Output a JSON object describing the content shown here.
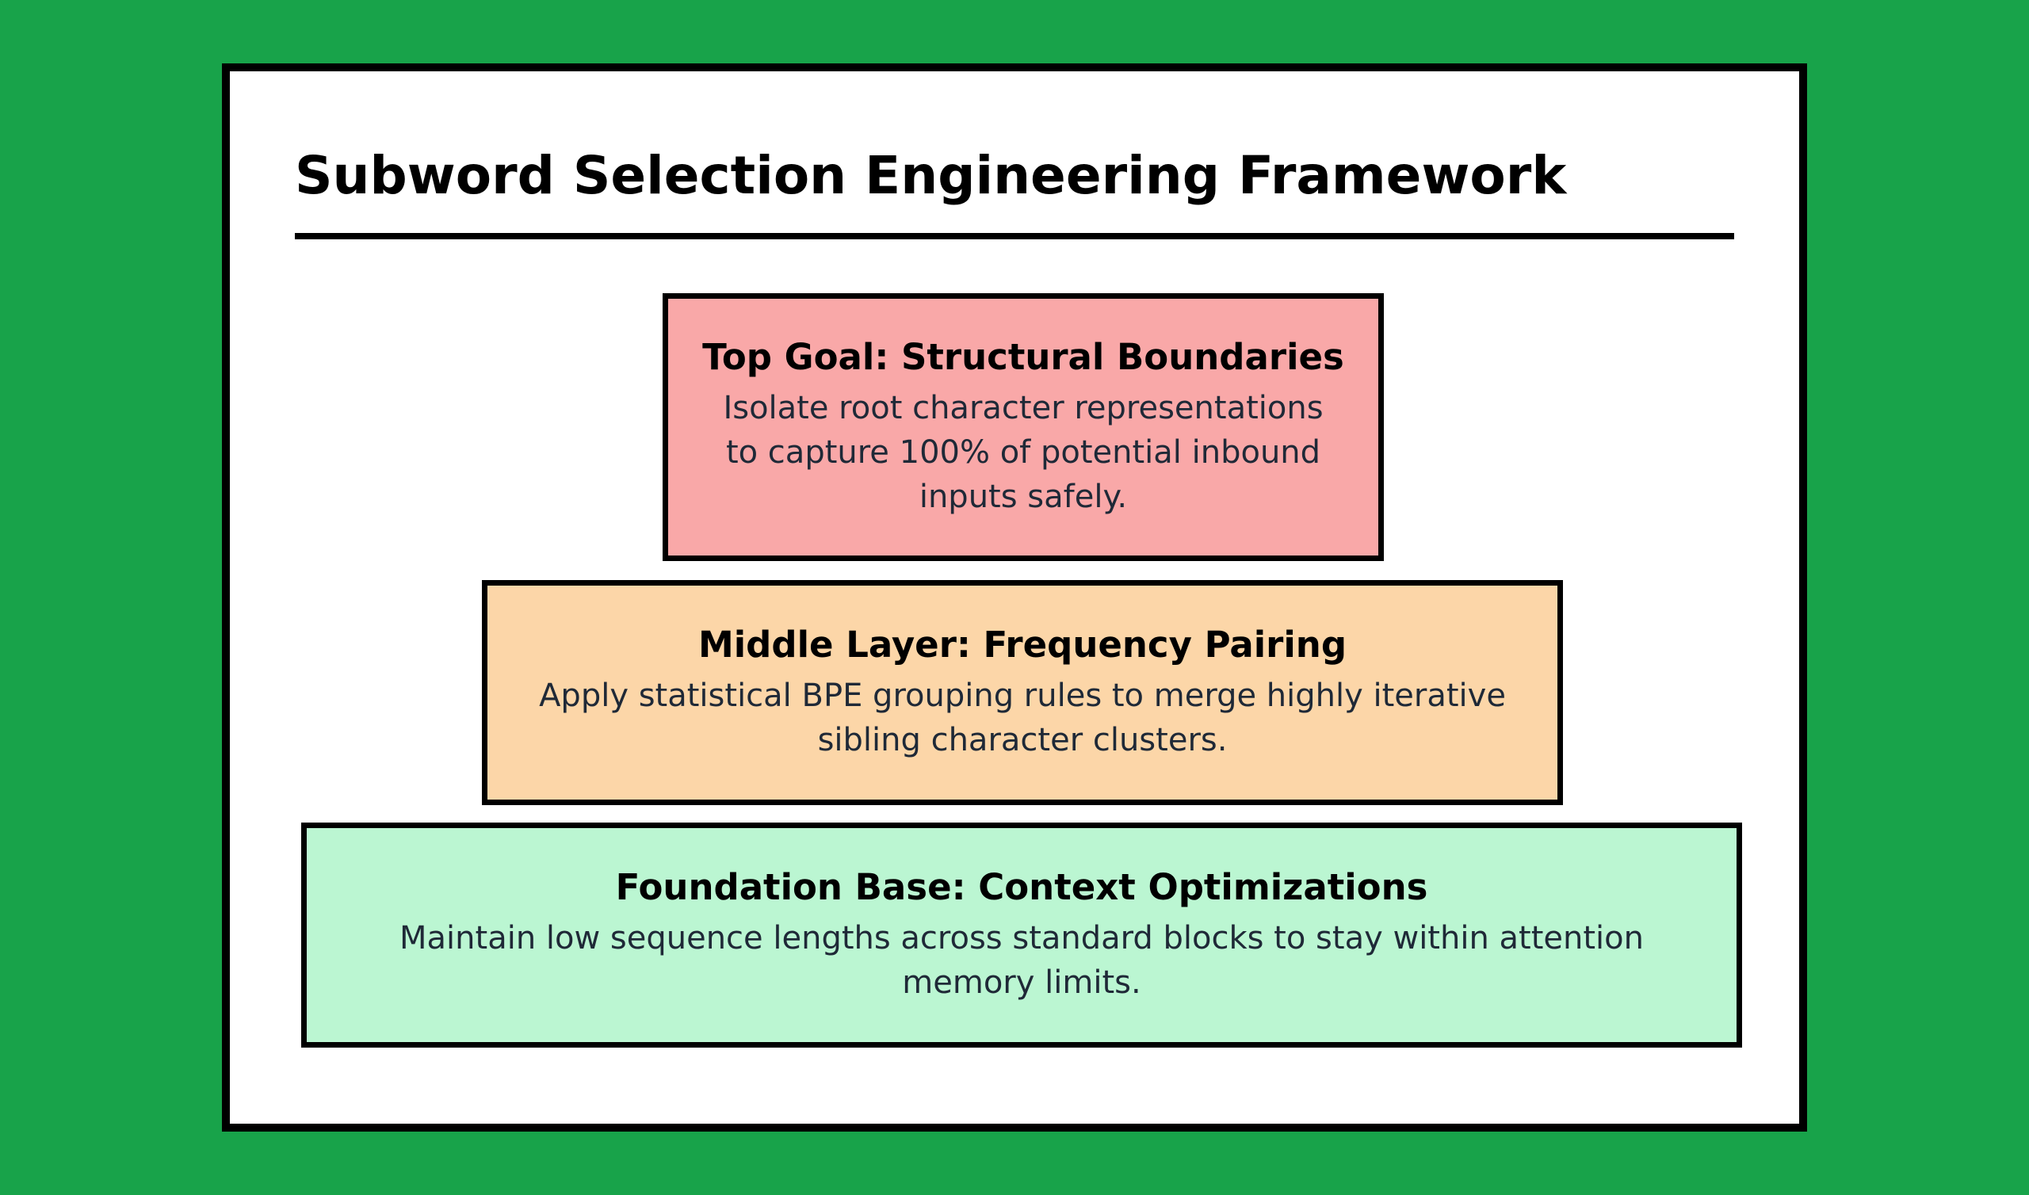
{
  "title": "Subword Selection Engineering Framework",
  "colors": {
    "background": "#18a34a",
    "card": "#ffffff",
    "top_layer": "#f9a8a8",
    "middle_layer": "#fcd6a8",
    "base_layer": "#bbf6d2"
  },
  "layers": [
    {
      "heading": "Top Goal: Structural Boundaries",
      "text": "Isolate root character representations to capture 100% of potential inbound inputs safely."
    },
    {
      "heading": "Middle Layer: Frequency Pairing",
      "text": "Apply statistical BPE grouping rules to merge highly iterative sibling character clusters."
    },
    {
      "heading": "Foundation Base: Context Optimizations",
      "text": "Maintain low sequence lengths across standard blocks to stay within attention memory limits."
    }
  ]
}
